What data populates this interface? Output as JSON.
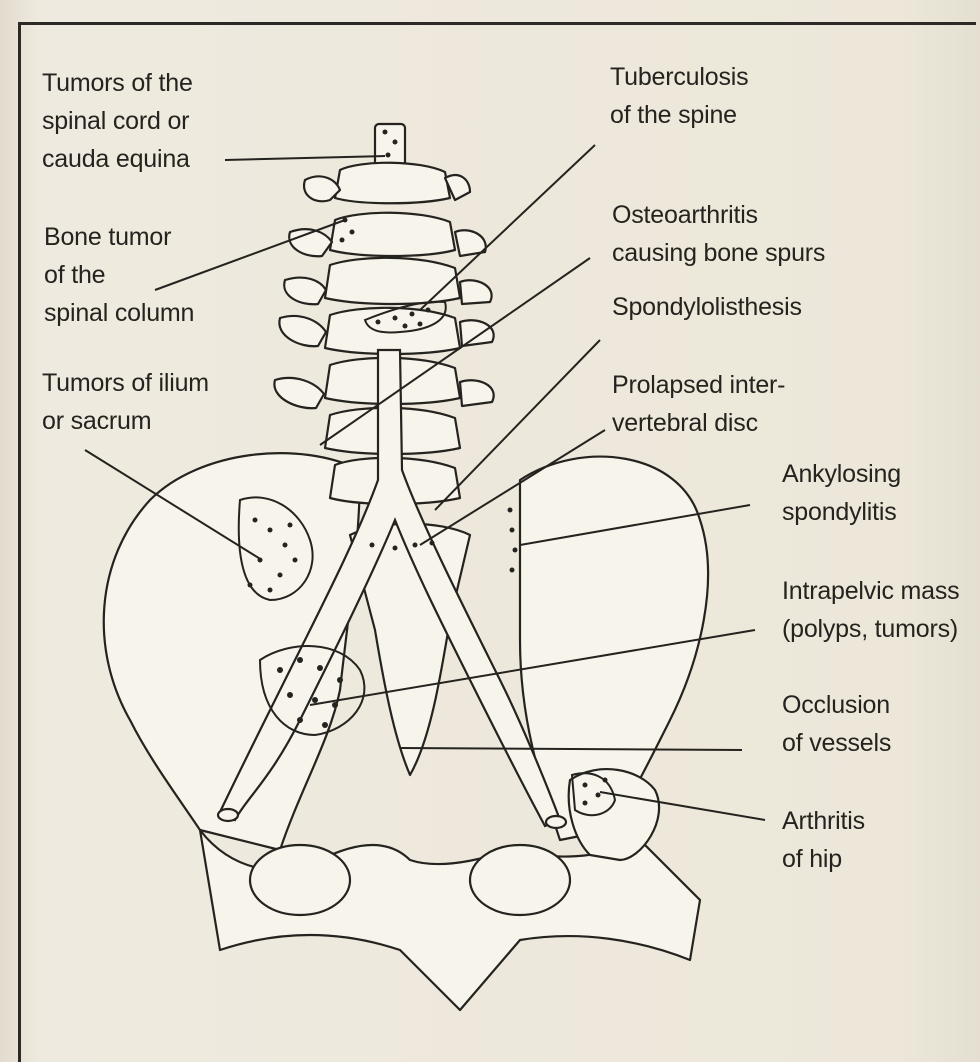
{
  "labels": {
    "tumors_spinal_cord": "Tumors of the\nspinal cord or\ncauda equina",
    "bone_tumor": "Bone tumor\nof the\nspinal column",
    "tumors_ilium": "Tumors of ilium\nor sacrum",
    "tuberculosis": "Tuberculosis\nof the spine",
    "osteoarthritis": "Osteoarthritis\ncausing bone spurs",
    "spondylolisthesis": "Spondylolisthesis",
    "prolapsed_disc": "Prolapsed inter-\nvertebral disc",
    "ankylosing": "Ankylosing\nspondylitis",
    "intrapelvic": "Intrapelvic mass\n(polyps, tumors)",
    "occlusion": "Occlusion\nof vessels",
    "arthritis_hip": "Arthritis\nof hip"
  },
  "colors": {
    "ink": "#25231f",
    "paper": "#ece7d9",
    "fill": "#f7f4ec"
  }
}
